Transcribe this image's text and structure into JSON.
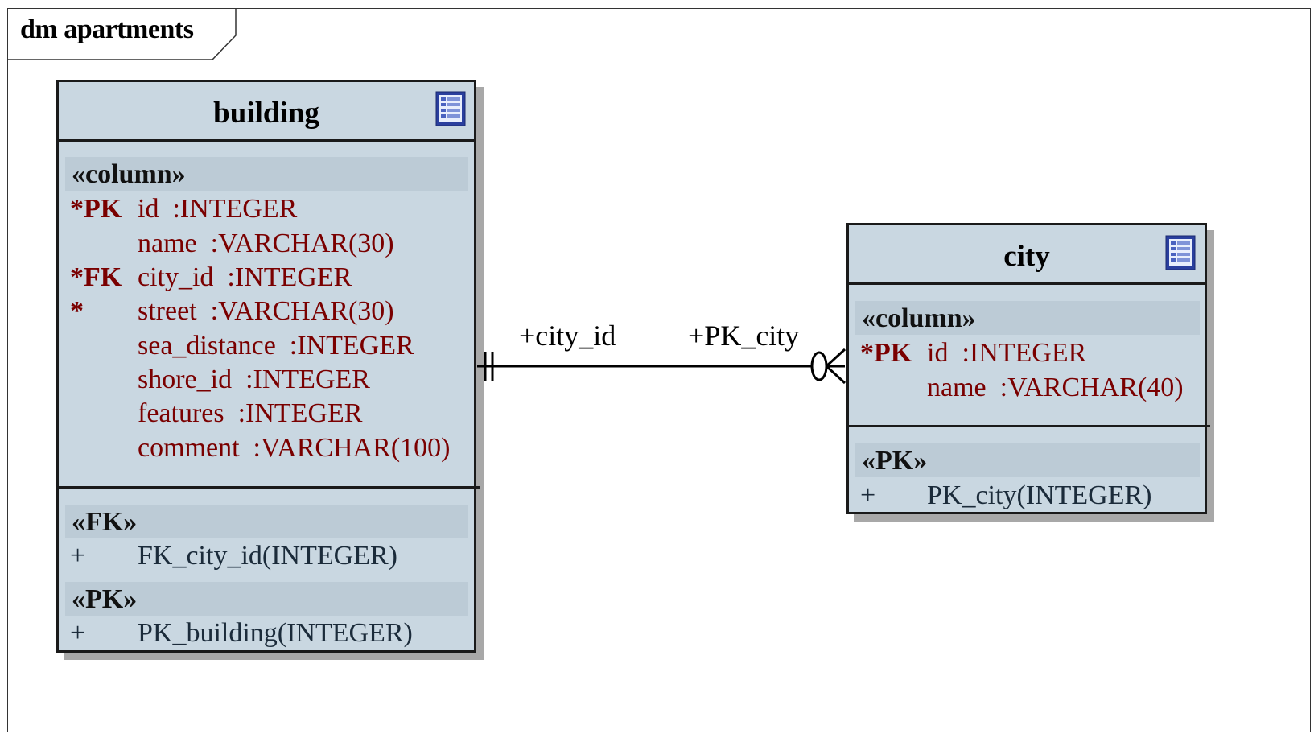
{
  "diagram": {
    "title": "dm apartments"
  },
  "tables": {
    "building": {
      "name": "building",
      "column_stereotype": "«column»",
      "columns": [
        {
          "flag": "*PK",
          "text": "id  :INTEGER"
        },
        {
          "flag": "",
          "text": "name  :VARCHAR(30)"
        },
        {
          "flag": "*FK",
          "text": "city_id  :INTEGER"
        },
        {
          "flag": "*",
          "text": "street  :VARCHAR(30)"
        },
        {
          "flag": "",
          "text": "sea_distance  :INTEGER"
        },
        {
          "flag": "",
          "text": "shore_id  :INTEGER"
        },
        {
          "flag": "",
          "text": "features  :INTEGER"
        },
        {
          "flag": "",
          "text": "comment  :VARCHAR(100)"
        }
      ],
      "fk_stereotype": "«FK»",
      "fk_op": {
        "vis": "+",
        "text": "FK_city_id(INTEGER)"
      },
      "pk_stereotype": "«PK»",
      "pk_op": {
        "vis": "+",
        "text": "PK_building(INTEGER)"
      }
    },
    "city": {
      "name": "city",
      "column_stereotype": "«column»",
      "columns": [
        {
          "flag": "*PK",
          "text": "id  :INTEGER"
        },
        {
          "flag": "",
          "text": "name  :VARCHAR(40)"
        }
      ],
      "pk_stereotype": "«PK»",
      "pk_op": {
        "vis": "+",
        "text": "PK_city(INTEGER)"
      }
    }
  },
  "relationship": {
    "source_role": "+city_id",
    "target_role": "+PK_city",
    "source_cardinality": "one-and-only-one",
    "target_cardinality": "zero-or-many"
  },
  "colors": {
    "table_fill": "#c9d7e1",
    "stereotype_band": "#bccbd6",
    "column_text": "#7a0000",
    "operation_text": "#1b2b3a",
    "border": "#1a1a1a"
  },
  "icons": {
    "table": "table-icon"
  }
}
